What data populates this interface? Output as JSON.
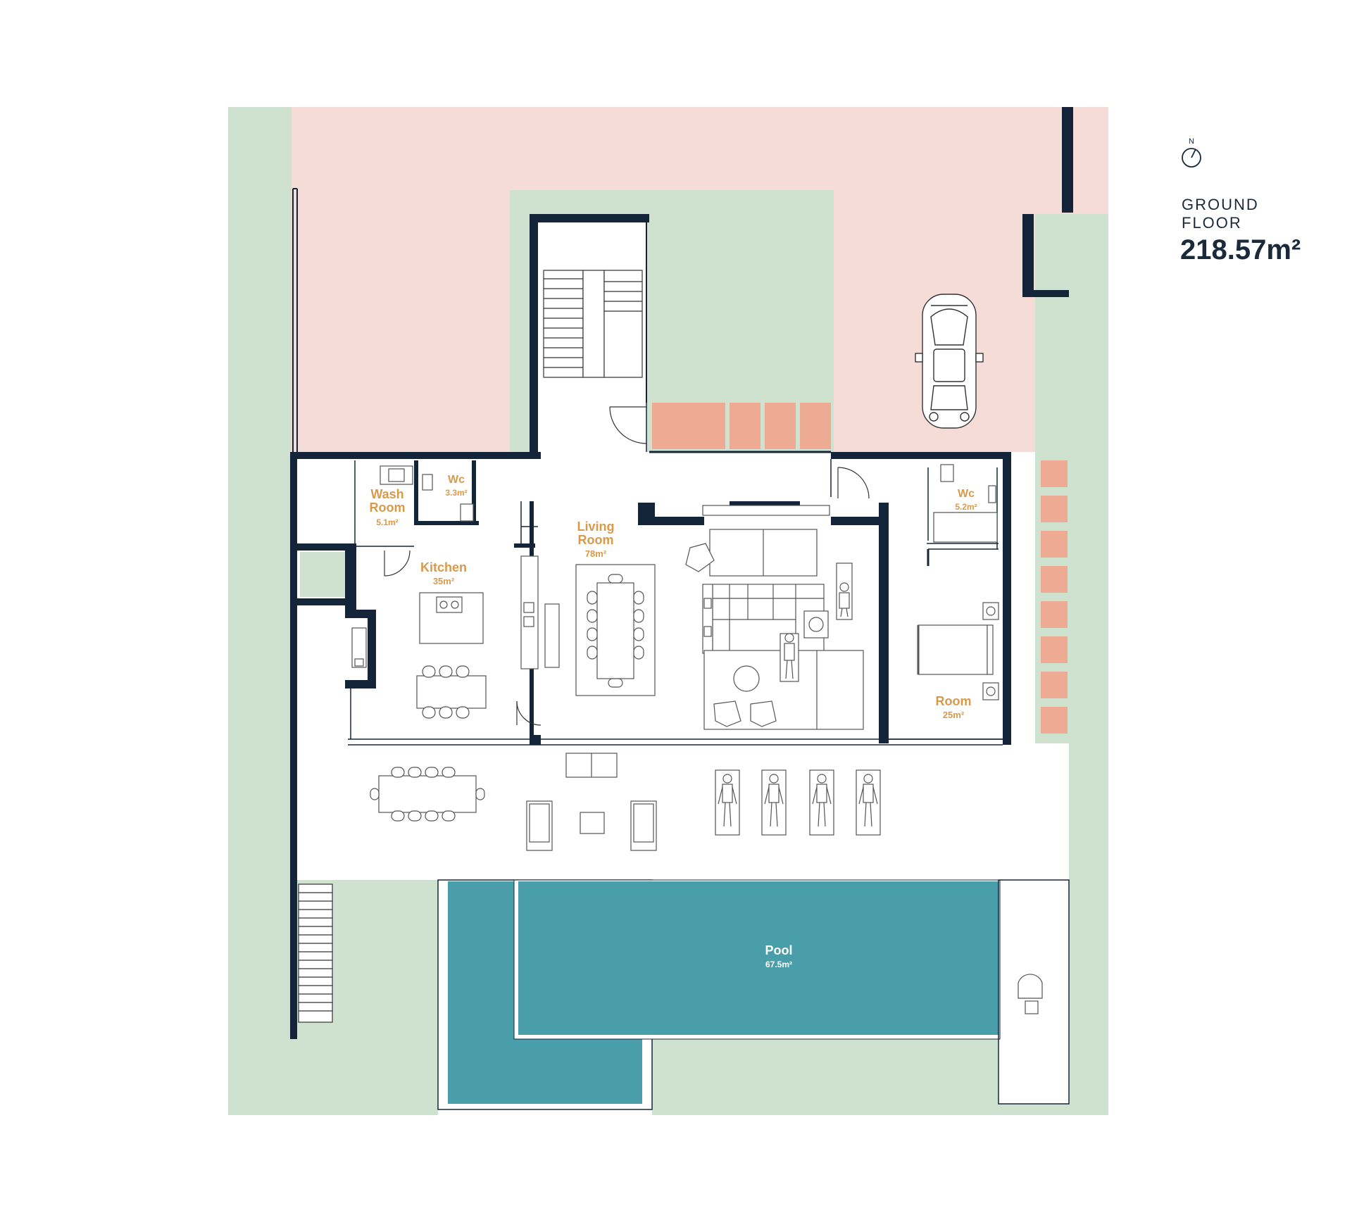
{
  "compass": {
    "north_label": "N",
    "icon": "compass-icon"
  },
  "floor": {
    "name_line1": "GROUND",
    "name_line2": "FLOOR",
    "area": "218.57m²"
  },
  "rooms": {
    "wash_room": {
      "name_line1": "Wash",
      "name_line2": "Room",
      "area": "5.1m²"
    },
    "wc_left": {
      "name": "Wc",
      "area": "3.3m²"
    },
    "kitchen": {
      "name": "Kitchen",
      "area": "35m²"
    },
    "living_room": {
      "name_line1": "Living",
      "name_line2": "Room",
      "area": "78m²"
    },
    "wc_right": {
      "name": "Wc",
      "area": "5.2m²"
    },
    "room": {
      "name": "Room",
      "area": "25m²"
    },
    "pool": {
      "name": "Pool",
      "area": "67.5m²"
    }
  },
  "colors": {
    "garden": "#cfe2d0",
    "driveway": "#f6dcd6",
    "paving": "#eeab94",
    "wall": "#14253a",
    "pool": "#4a9ea9",
    "label": "#d89a4a",
    "furniture_line": "#555555"
  }
}
